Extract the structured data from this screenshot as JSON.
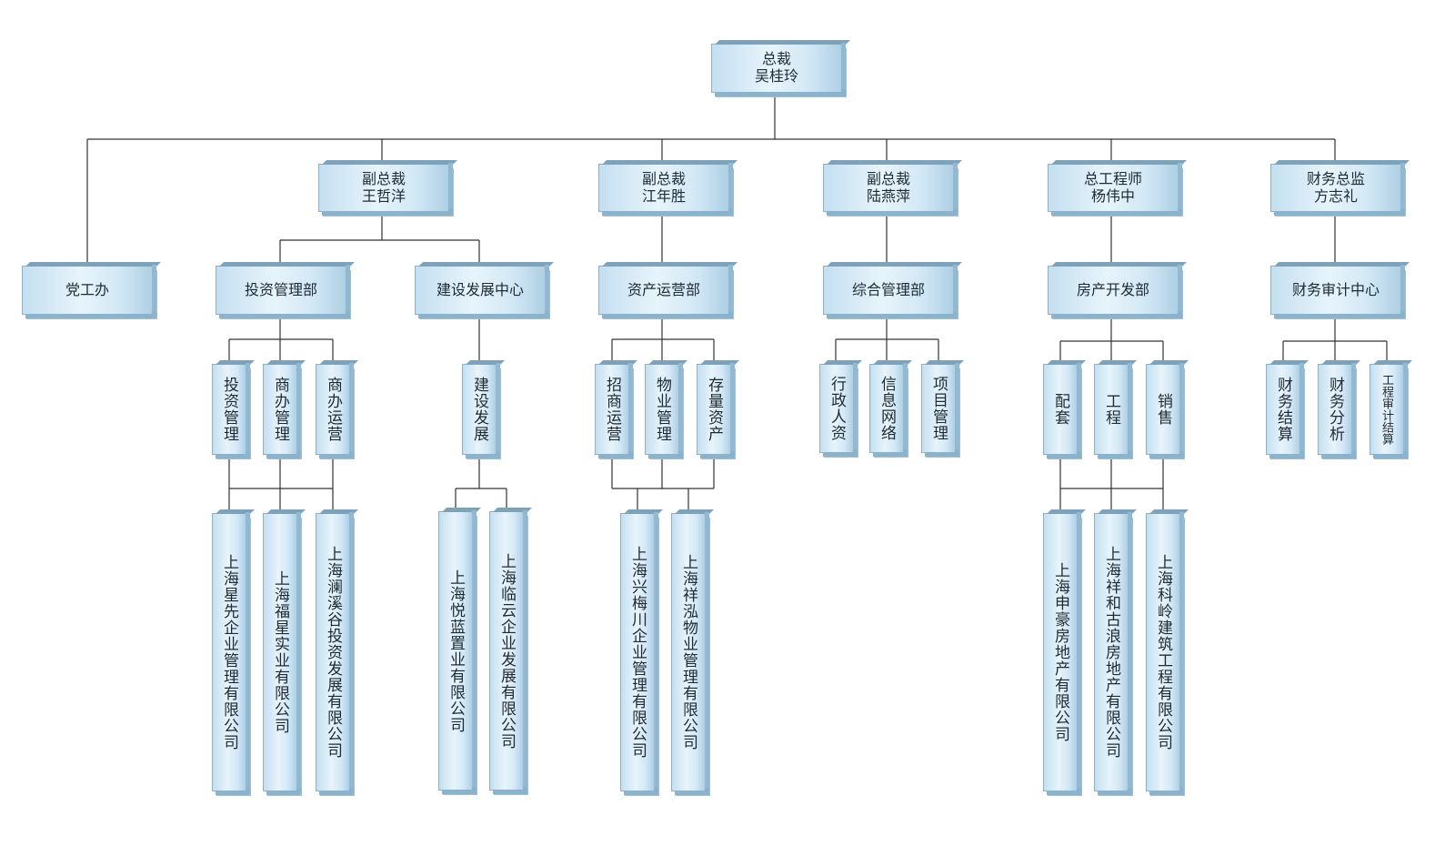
{
  "nodes": {
    "ceo": {
      "title": "总裁",
      "name": "吴桂玲"
    },
    "party_office": {
      "label": "党工办"
    },
    "vp1": {
      "title": "副总裁",
      "name": "王哲洋"
    },
    "vp2": {
      "title": "副总裁",
      "name": "江年胜"
    },
    "vp3": {
      "title": "副总裁",
      "name": "陆燕萍"
    },
    "chief_engineer": {
      "title": "总工程师",
      "name": "杨伟中"
    },
    "cfo": {
      "title": "财务总监",
      "name": "方志礼"
    },
    "invest_dept": {
      "label": "投资管理部"
    },
    "construct_center": {
      "label": "建设发展中心"
    },
    "asset_dept": {
      "label": "资产运营部"
    },
    "admin_dept": {
      "label": "综合管理部"
    },
    "realestate_dept": {
      "label": "房产开发部"
    },
    "finance_center": {
      "label": "财务审计中心"
    },
    "invest_subs": [
      "投资管理",
      "商办管理",
      "商办运营"
    ],
    "construct_subs": [
      "建设发展"
    ],
    "asset_subs": [
      "招商运营",
      "物业管理",
      "存量资产"
    ],
    "admin_subs": [
      "行政人资",
      "信息网络",
      "项目管理"
    ],
    "realestate_subs": [
      "配套",
      "工程",
      "销售"
    ],
    "finance_subs": [
      "财务结算",
      "财务分析",
      "工程审计结算"
    ],
    "invest_companies": [
      "上海星先企业管理有限公司",
      "上海福星实业有限公司",
      "上海澜溪谷投资发展有限公司"
    ],
    "construct_companies": [
      "上海悦蓝置业有限公司",
      "上海临云企业发展有限公司"
    ],
    "asset_companies": [
      "上海兴梅川企业管理有限公司",
      "上海祥泓物业管理有限公司"
    ],
    "realestate_companies": [
      "上海申豪房地产有限公司",
      "上海祥和古浪房地产有限公司",
      "上海科岭建筑工程有限公司"
    ]
  },
  "colors": {
    "box_fill": "#d9edf8",
    "box_top": "#7fa2bb",
    "box_side": "#93b8d1",
    "line": "#333333"
  }
}
